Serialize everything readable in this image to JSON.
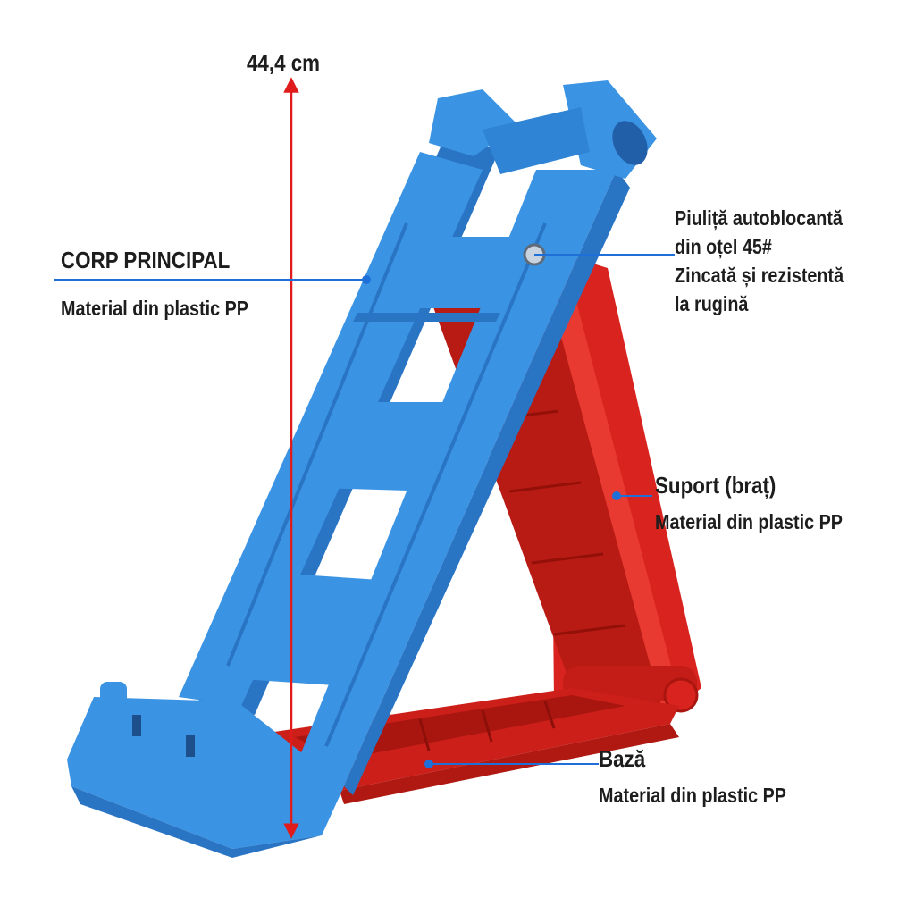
{
  "dimension": {
    "height_label": "44,4 cm"
  },
  "callouts": {
    "corp": {
      "title": "CORP PRINCIPAL",
      "material": "Material din plastic PP"
    },
    "nut": {
      "lines": [
        "Piuliță autoblocantă",
        "din oțel 45#",
        "Zincată și rezistentă",
        "la rugină"
      ]
    },
    "support": {
      "title": "Suport (braț)",
      "material": "Material din plastic PP"
    },
    "base": {
      "title": "Bază",
      "material": "Material din plastic PP"
    }
  },
  "colors": {
    "frame_blue": "#3a93e3",
    "frame_blue_dark": "#2a74c4",
    "support_red": "#d8231f",
    "support_red_dark": "#a8160f",
    "dimension_red": "#e01b1b",
    "leader_blue": "#1f6fd8"
  }
}
